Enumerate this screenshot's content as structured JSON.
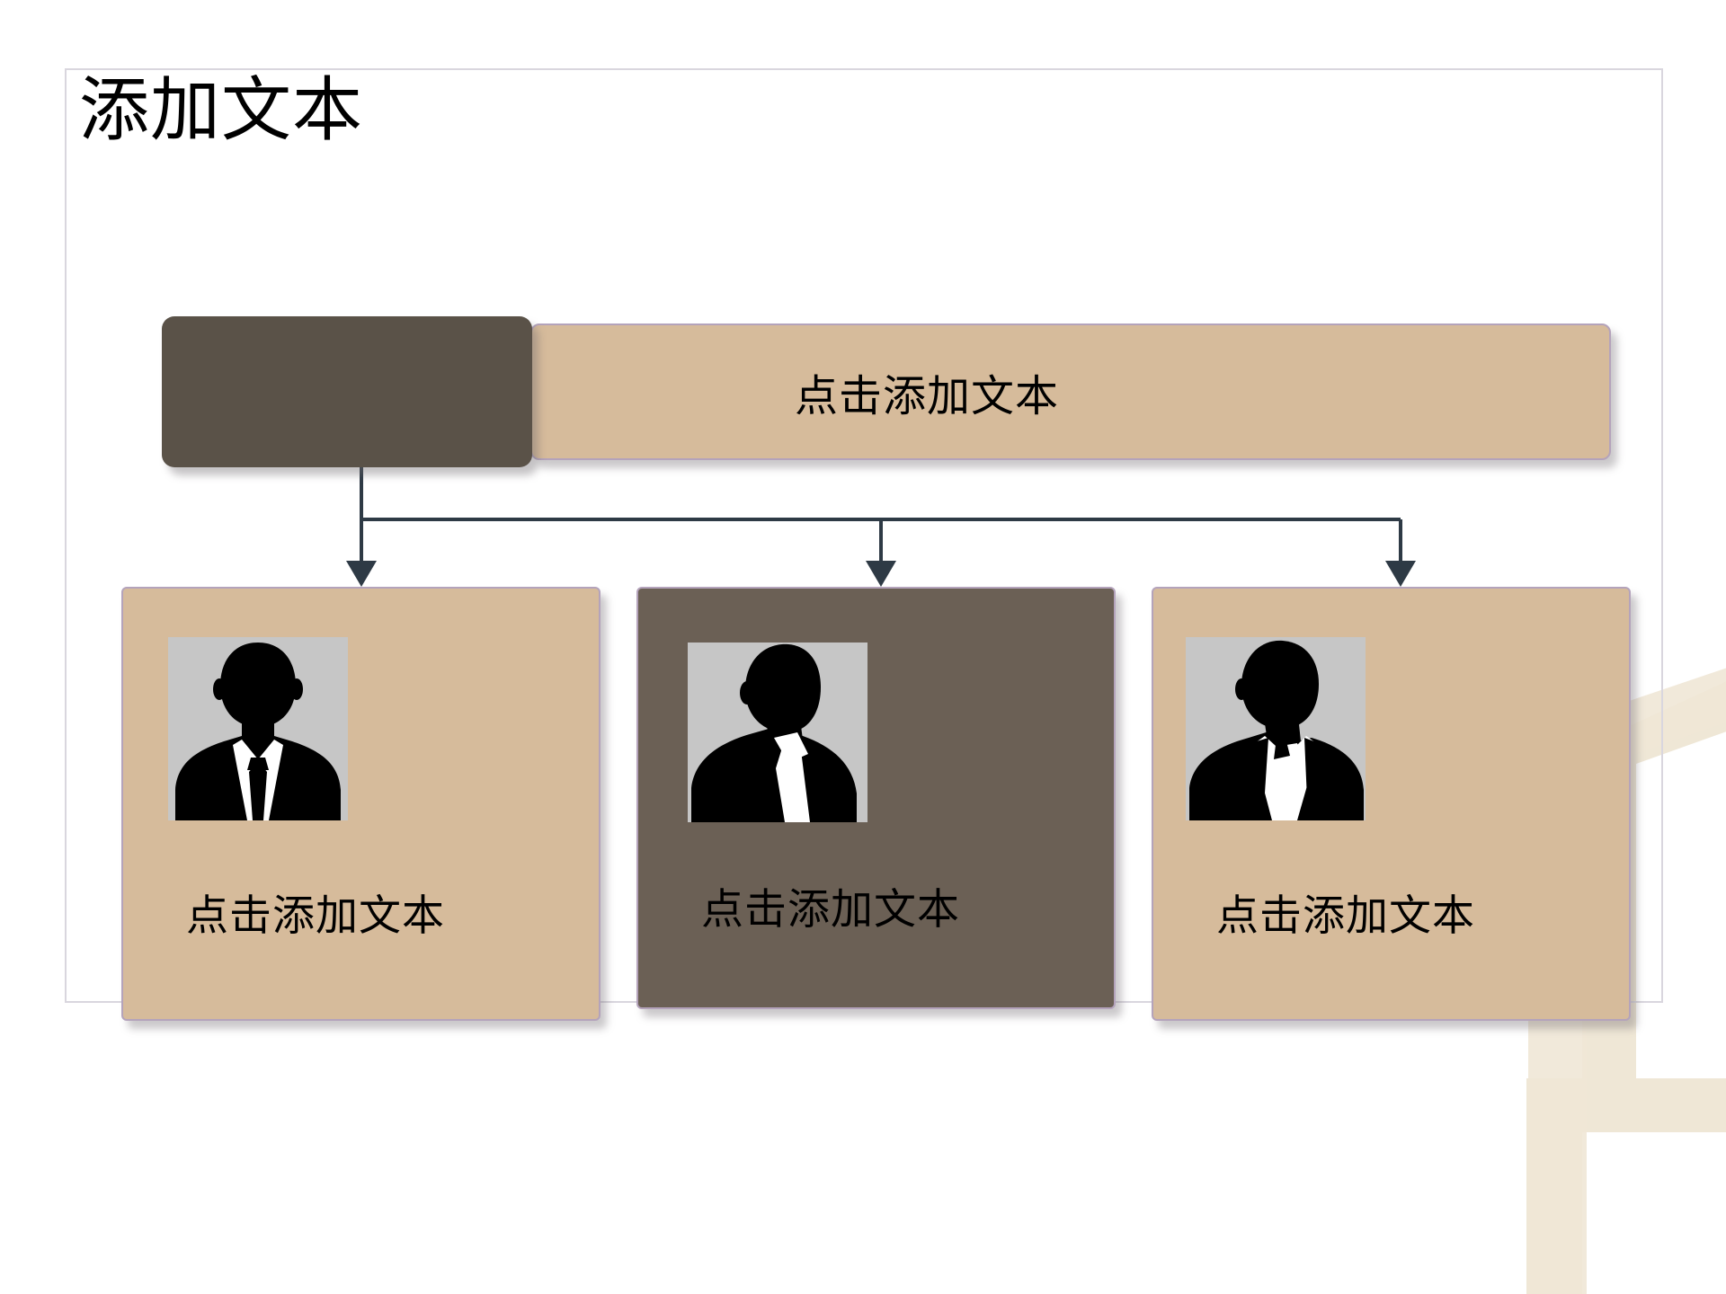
{
  "slide": {
    "title": "添加文本",
    "background_color": "#ffffff",
    "frame_border_color": "#d9d6de"
  },
  "theme": {
    "tan": "#d6bb9b",
    "dark_brown": "#5a5248",
    "card_dark_brown": "#6b6055",
    "accent_border": "#b4a3bb",
    "connector": "#2e3a45",
    "photo_background": "#c6c6c6",
    "decoration_cream": "#efe7d6",
    "text": "#000000"
  },
  "banner": {
    "tab_label": "",
    "text": "点击添加文本"
  },
  "cards": [
    {
      "label": "点击添加文本",
      "style": "tan",
      "photo_icon": "businessman-silhouette-front-icon"
    },
    {
      "label": "点击添加文本",
      "style": "dark",
      "photo_icon": "businessman-silhouette-side-icon"
    },
    {
      "label": "点击添加文本",
      "style": "tan",
      "photo_icon": "businessman-silhouette-angled-icon"
    }
  ],
  "decoration": {
    "name": "corner-chevron-decoration"
  }
}
